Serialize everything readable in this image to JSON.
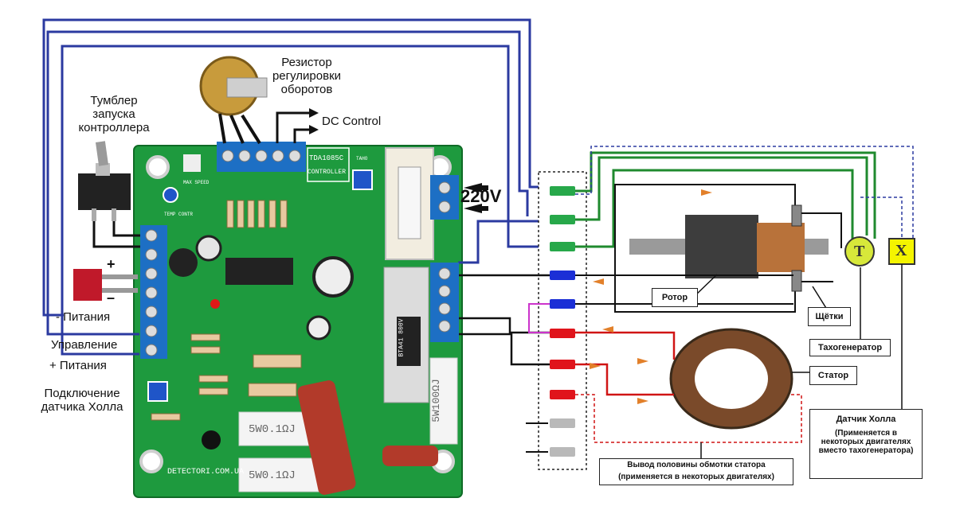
{
  "labels": {
    "resistor": [
      "Резистор",
      "регулировки",
      "оборотов"
    ],
    "dc_control": "DC Control",
    "toggle": [
      "Тумблер",
      "запуска",
      "контроллера"
    ],
    "power_minus": "- Питания",
    "control": "Управление",
    "power_plus": "+ Питания",
    "hall_connect": [
      "Подключение",
      "датчика Холла"
    ],
    "v220": "220V",
    "plus_sign": "+",
    "minus_sign": "–"
  },
  "motor": {
    "rotor": "Ротор",
    "brushes": "Щётки",
    "tacho": "Тахогенератор",
    "stator": "Статор",
    "hall_title": "Датчик Холла",
    "hall_note": "(Применяется в некоторых двигателях вместо тахогенератора)",
    "half_winding": "Вывод половины обмотки статора (применяется в некоторых двигателях)",
    "tacho_symbol": "T",
    "hall_symbol": "X"
  },
  "pcb": {
    "chip": "TDA1085C",
    "controller": "CONTROLLER",
    "site": "DETECTORI.COM.UA",
    "triac": "BTA41 800V",
    "resistor1": "5W0.1ΩJ",
    "resistor2": "5W0.1ΩJ",
    "resistor3": "5W100ΩJ",
    "max_speed": "MAX SPEED",
    "temp": "TEMP CONTR",
    "taho": "TAHO"
  },
  "colors": {
    "pcb": "#1e9a3e",
    "wire_blue": "#2b3aa0",
    "wire_green": "#1f8a2e",
    "wire_red": "#d01414",
    "wire_black": "#111111",
    "terminal": "#1d6fc4",
    "connector_green": "#27a84a",
    "connector_blue": "#1b2fd6",
    "connector_red": "#e0141b",
    "connector_gray": "#b9b9b9",
    "symbol_fill": "#f4f400"
  }
}
